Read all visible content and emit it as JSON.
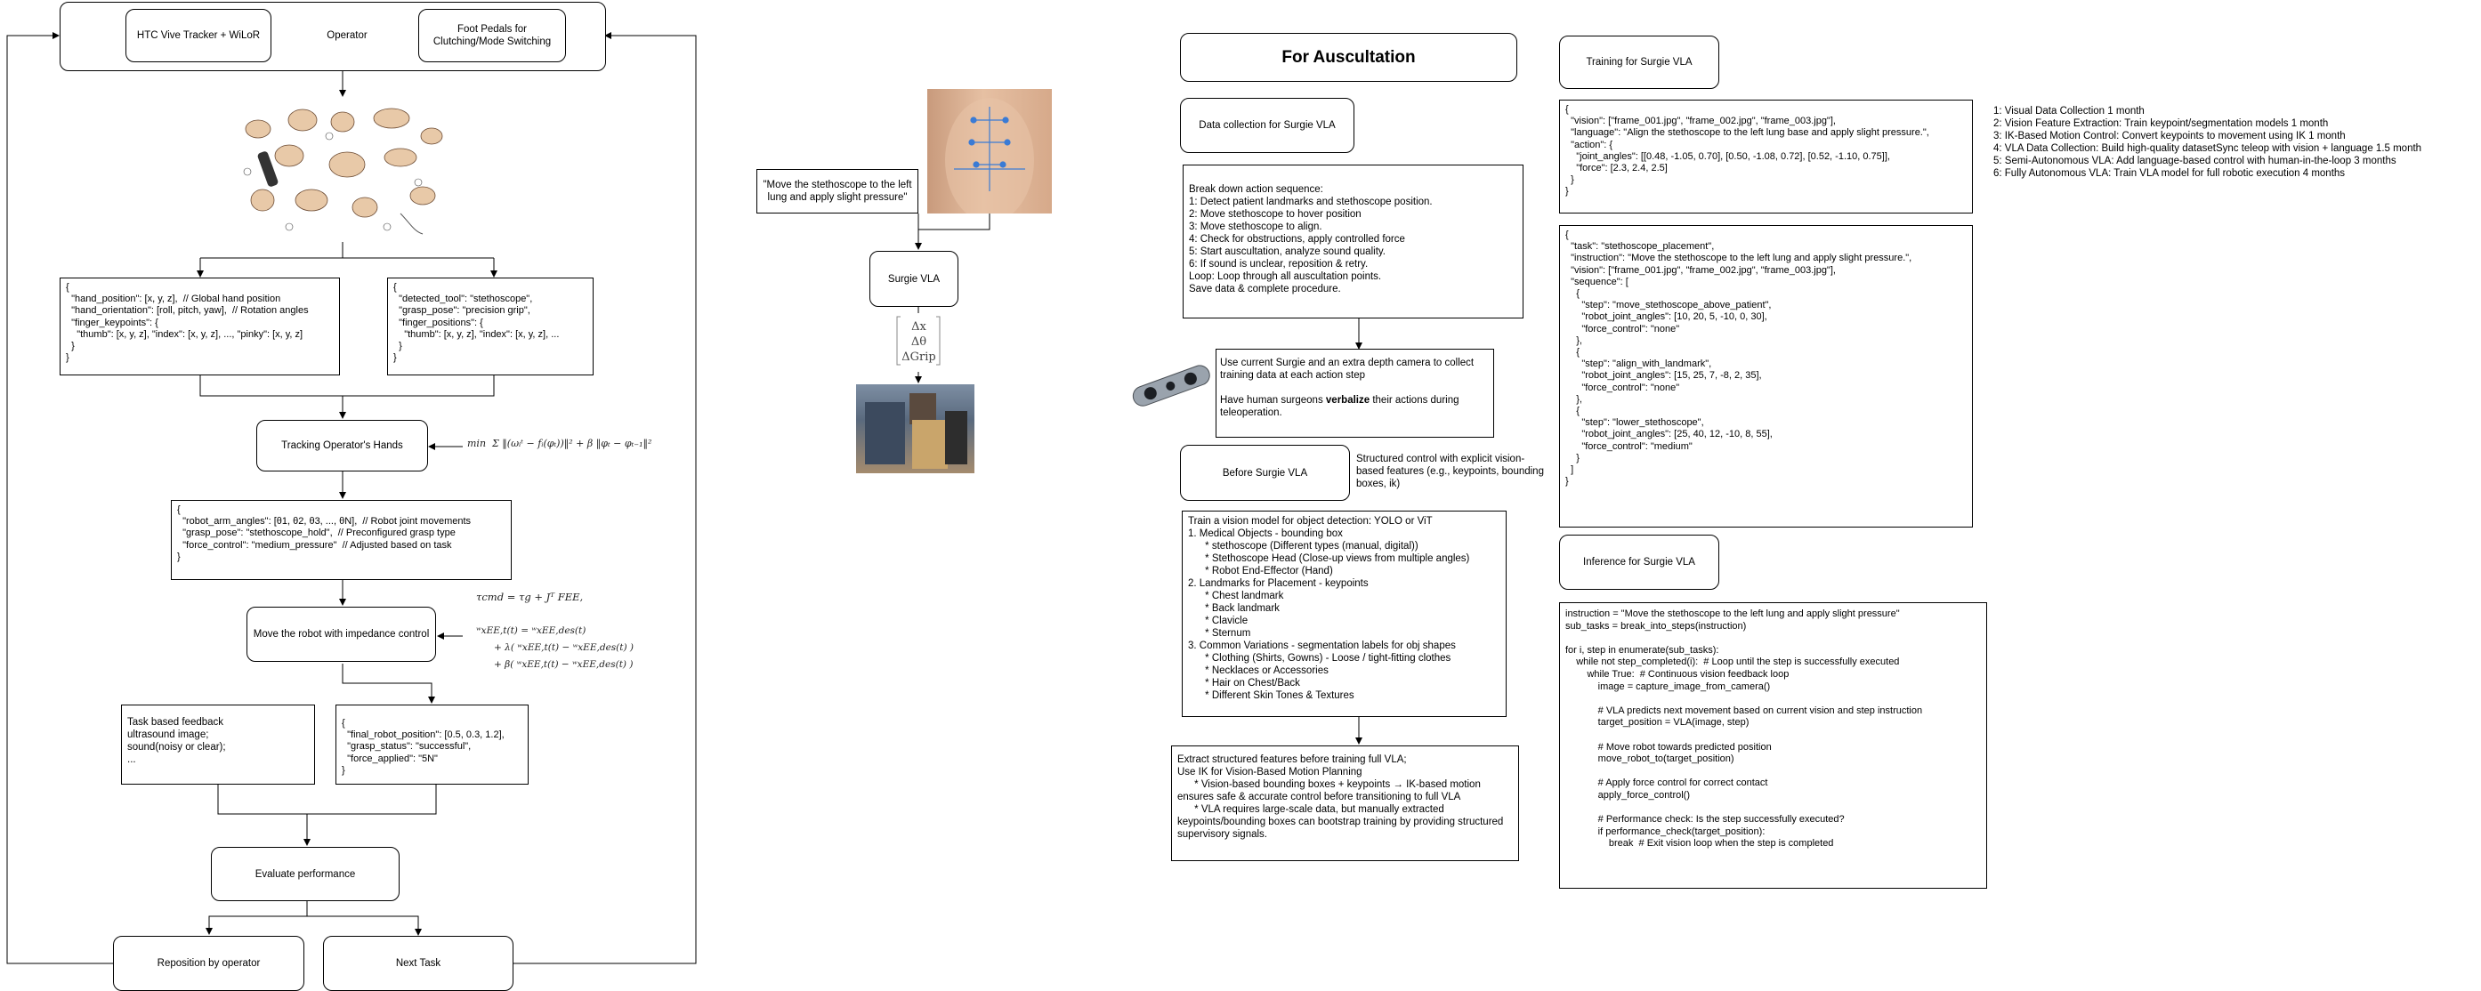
{
  "operator": {
    "title": "Operator",
    "tracker": "HTC Vive Tracker + WiLoR",
    "pedals": "Foot Pedals for\nClutching/Mode Switching"
  },
  "hand_json_left": "{\n  \"hand_position\": [x, y, z],  // Global hand position\n  \"hand_orientation\": [roll, pitch, yaw],  // Rotation angles\n  \"finger_keypoints\": {\n    \"thumb\": [x, y, z], \"index\": [x, y, z], ..., \"pinky\": [x, y, z]\n  }\n}",
  "hand_json_right": "{\n  \"detected_tool\": \"stethoscope\",\n  \"grasp_pose\": \"precision grip\",\n  \"finger_positions\": {\n    \"thumb\": [x, y, z], \"index\": [x, y, z], ...\n  }\n}",
  "tracking_label": "Tracking Operator's Hands",
  "tracking_formula": "min  Σ ‖(ωᵢᵗ − fᵢ(φₜ))‖² + β ‖φₜ − φₜ₋₁‖²",
  "robot_json": "{\n  \"robot_arm_angles\": [θ1, θ2, θ3, ..., θN],  // Robot joint movements\n  \"grasp_pose\": \"stethoscope_hold\",  // Preconfigured grasp type\n  \"force_control\": \"medium_pressure\"  // Adjusted based on task\n}",
  "impedance_label": "Move the robot with impedance control",
  "impedance_formula_1": "τcmd = τg + Jᵀ FEE,",
  "impedance_formula_2": "ʷxEE,t(t) = ʷxEE,des(t)\n      + λ( ʷxEE,t(t) − ʷxEE,des(t) )\n      + β( ʷxEE,t(t) − ʷxEE,des(t) )",
  "feedback_text": "Task based feedback\nultrasound image;\nsound(noisy or clear);\n...",
  "final_json": "{\n  \"final_robot_position\": [0.5, 0.3, 1.2],\n  \"grasp_status\": \"successful\",\n  \"force_applied\": \"5N\"\n}",
  "evaluate_label": "Evaluate performance",
  "reposition_label": "Reposition by operator",
  "next_task_label": "Next Task",
  "middle": {
    "instruction": "\"Move the stethoscope to the left\nlung and apply slight pressure\"",
    "surgie_vla": "Surgie VLA",
    "deltas": "Δx\nΔθ\nΔGrip"
  },
  "auscultation": {
    "title": "For Auscultation",
    "data_collection": "Data collection for Surgie VLA",
    "breakdown": "Break down action sequence:\n1: Detect patient landmarks and stethoscope position.\n2: Move stethoscope to hover position\n3: Move stethoscope to align.\n4: Check for obstructions, apply controlled force\n5: Start auscultation, analyze sound quality.\n6: If sound is unclear, reposition & retry.\nLoop: Loop through all auscultation points.\nSave data & complete procedure.",
    "camera_text_1": "Use current Surgie and an extra depth camera to collect training data at each action step",
    "camera_text_2a": "Have human surgeons ",
    "camera_text_2b": "verbalize",
    "camera_text_2c": " their actions during teleoperation.",
    "before_vla": "Before Surgie VLA",
    "structured_control": "Structured control with explicit vision-\nbased features (e.g., keypoints, bounding\nboxes, ik)",
    "train_vision": "Train a vision model for object detection: YOLO or ViT\n1. Medical Objects - bounding box\n      * stethoscope (Different types (manual, digital))\n      * Stethoscope Head (Close-up views from multiple angles)\n      * Robot End-Effector (Hand)\n2. Landmarks for Placement - keypoints\n      * Chest landmark\n      * Back landmark\n      * Clavicle\n      * Sternum\n3. Common Variations - segmentation labels for obj shapes\n      * Clothing (Shirts, Gowns) - Loose / tight-fitting clothes\n      * Necklaces or Accessories\n      * Hair on Chest/Back\n      * Different Skin Tones & Textures",
    "extract_features": "Extract structured features before training full VLA;\nUse IK for Vision-Based Motion Planning\n      * Vision-based bounding boxes + keypoints → IK-based motion ensures safe & accurate control before transitioning to full VLA\n      * VLA requires large-scale data, but manually extracted keypoints/bounding boxes can bootstrap training by providing structured supervisory signals."
  },
  "training": {
    "title": "Training for Surgie VLA",
    "json1": "{\n  \"vision\": [\"frame_001.jpg\", \"frame_002.jpg\", \"frame_003.jpg\"],\n  \"language\": \"Align the stethoscope to the left lung base and apply slight pressure.\",\n  \"action\": {\n    \"joint_angles\": [[0.48, -1.05, 0.70], [0.50, -1.08, 0.72], [0.52, -1.10, 0.75]],\n    \"force\": [2.3, 2.4, 2.5]\n  }\n}",
    "json2": "{\n  \"task\": \"stethoscope_placement\",\n  \"instruction\": \"Move the stethoscope to the left lung and apply slight pressure.\",\n  \"vision\": [\"frame_001.jpg\", \"frame_002.jpg\", \"frame_003.jpg\"],\n  \"sequence\": [\n    {\n      \"step\": \"move_stethoscope_above_patient\",\n      \"robot_joint_angles\": [10, 20, 5, -10, 0, 30],\n      \"force_control\": \"none\"\n    },\n    {\n      \"step\": \"align_with_landmark\",\n      \"robot_joint_angles\": [15, 25, 7, -8, 2, 35],\n      \"force_control\": \"none\"\n    },\n    {\n      \"step\": \"lower_stethoscope\",\n      \"robot_joint_angles\": [25, 40, 12, -10, 8, 55],\n      \"force_control\": \"medium\"\n    }\n  ]\n}",
    "inference_title": "Inference for Surgie VLA",
    "inference_code": "instruction = \"Move the stethoscope to the left lung and apply slight pressure\"\nsub_tasks = break_into_steps(instruction)\n\nfor i, step in enumerate(sub_tasks):\n    while not step_completed(i):  # Loop until the step is successfully executed\n        while True:  # Continuous vision feedback loop\n            image = capture_image_from_camera()\n\n            # VLA predicts next movement based on current vision and step instruction\n            target_position = VLA(image, step)\n\n            # Move robot towards predicted position\n            move_robot_to(target_position)\n\n            # Apply force control for correct contact\n            apply_force_control()\n\n            # Performance check: Is the step successfully executed?\n            if performance_check(target_position):\n                break  # Exit vision loop when the step is completed"
  },
  "phases": [
    "1: Visual Data Collection 1 month",
    "2: Vision Feature Extraction: Train keypoint/segmentation models 1 month",
    "3: IK-Based Motion Control: Convert keypoints to movement using IK 1 month",
    "4: VLA Data Collection: Build high-quality datasetSync teleop with vision + language 1.5 month",
    "5: Semi-Autonomous VLA: Add language-based control with human-in-the-loop 3 months",
    "6: Fully Autonomous VLA: Train VLA model for full robotic execution 4 months"
  ]
}
